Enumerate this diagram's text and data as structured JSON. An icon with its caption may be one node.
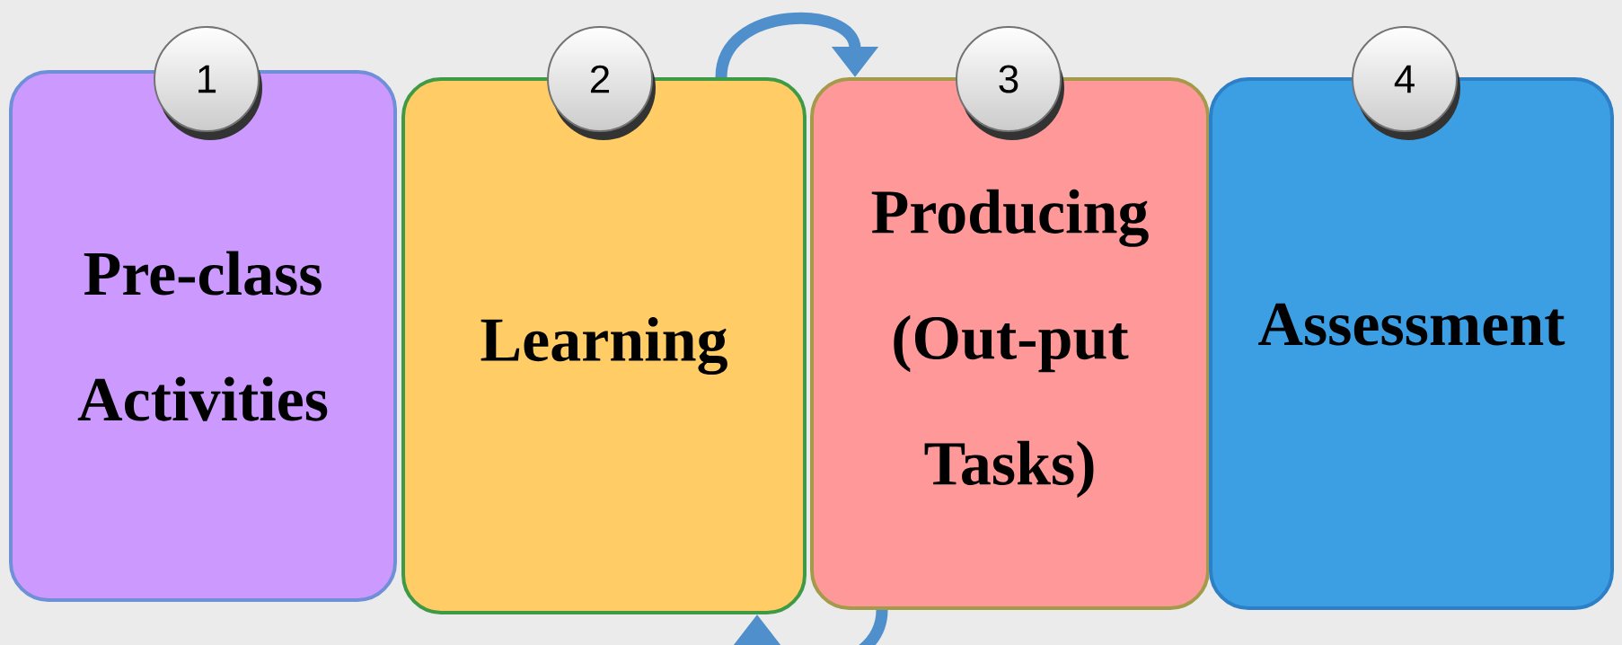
{
  "diagram": {
    "nodes": [
      {
        "text": [
          "1"
        ]
      },
      {
        "text": [
          "Pre-class Activities"
        ]
      },
      {
        "text": [
          "2"
        ]
      },
      {
        "text": [
          "Learning"
        ]
      },
      {
        "text": [
          "3"
        ]
      },
      {
        "text": [
          "Producing (Out-put Tasks)"
        ]
      },
      {
        "text": [
          "4"
        ]
      },
      {
        "text": [
          "Assessment"
        ]
      }
    ],
    "edges": [
      {
        "from": 3,
        "to": 5,
        "arrow": "to"
      },
      {
        "from": 5,
        "to": 3,
        "arrow": "to"
      }
    ]
  }
}
